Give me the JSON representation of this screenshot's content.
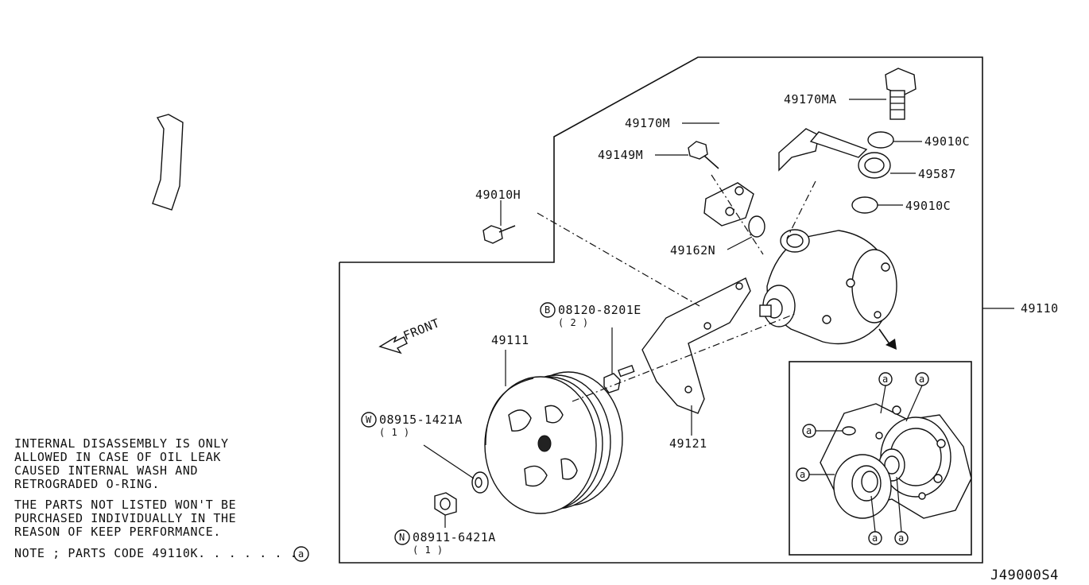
{
  "labels": {
    "p49170MA": "49170MA",
    "p49170M": "49170M",
    "p49010C_a": "49010C",
    "p49587": "49587",
    "p49149M": "49149M",
    "p49010H": "49010H",
    "p49010C_b": "49010C",
    "p49162N": "49162N",
    "p49110": "49110",
    "p08120_symbol": "B",
    "p08120": "08120-8201E",
    "p08120_qty": "( 2 )",
    "p49111": "49111",
    "front": "FRONT",
    "p08915_symbol": "W",
    "p08915": "08915-1421A",
    "p08915_qty": "( 1 )",
    "p49121": "49121",
    "p08911_symbol": "N",
    "p08911": "08911-6421A",
    "p08911_qty": "( 1 )",
    "detail_marker": "a"
  },
  "notes": {
    "line1": "INTERNAL DISASSEMBLY IS ONLY",
    "line2": "ALLOWED IN CASE OF OIL LEAK",
    "line3": "CAUSED INTERNAL WASH AND",
    "line4": "RETROGRADED O-RING.",
    "line5": "THE PARTS NOT LISTED WON'T BE",
    "line6": "PURCHASED INDIVIDUALLY IN THE",
    "line7": "REASON OF KEEP PERFORMANCE.",
    "line8_prefix": "NOTE ; PARTS CODE",
    "line8_code": "49110K",
    "line8_dots": ". . . . . . .",
    "line8_marker": "a"
  },
  "diagram_id": "J49000S4"
}
